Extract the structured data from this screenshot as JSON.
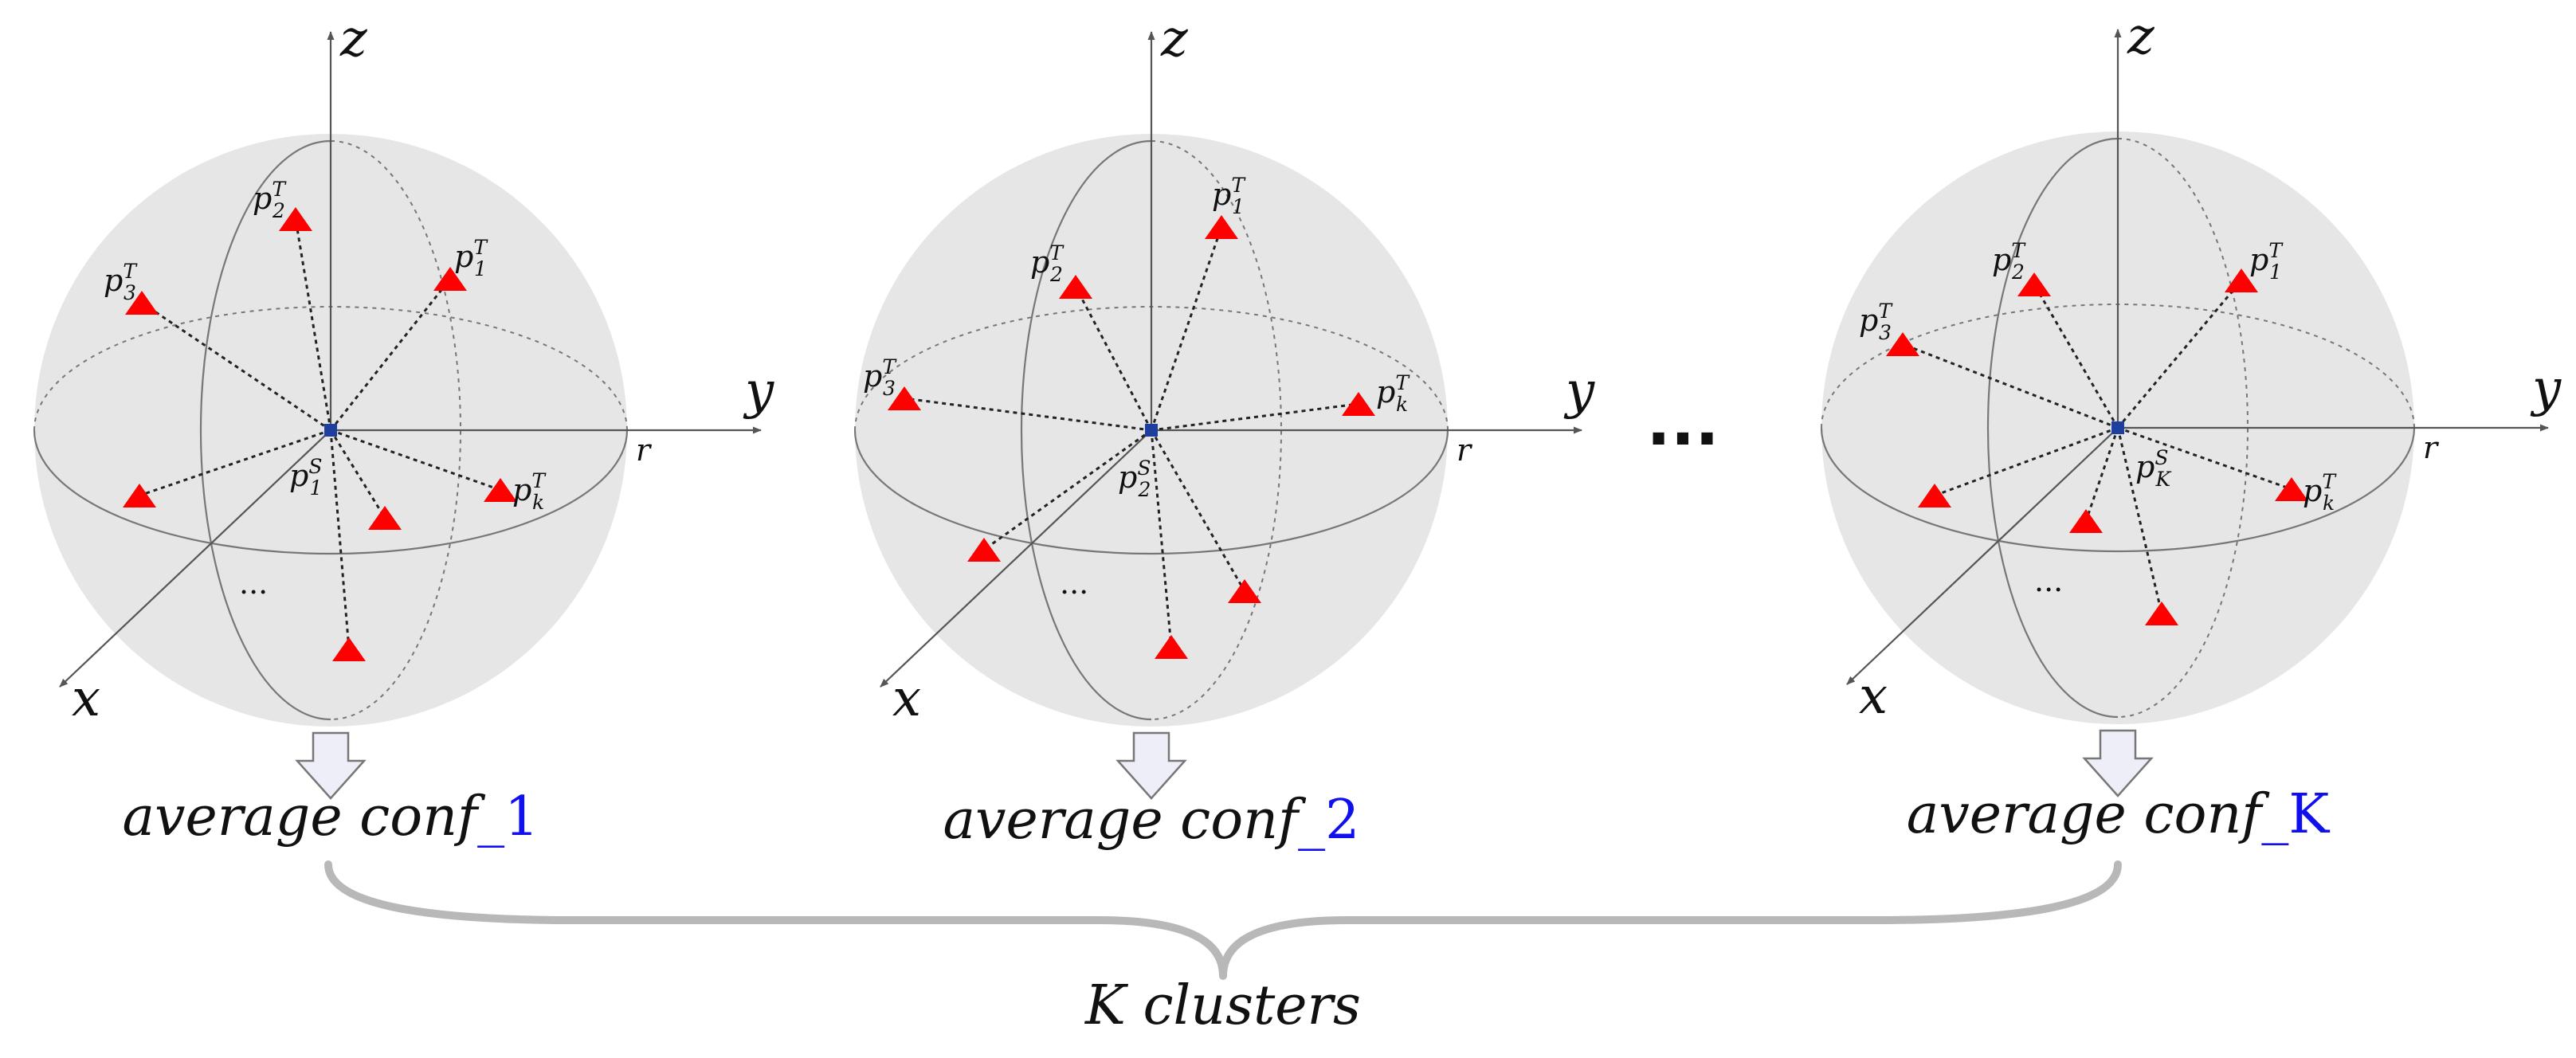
{
  "axis_labels": {
    "x": "x",
    "y": "y",
    "z": "z",
    "r": "r"
  },
  "ellipsis_between": "...",
  "colors": {
    "sphere_fill": "#e6e6e6",
    "target_point": "#ff0000",
    "source_point": "#1f3f9f",
    "config_index": "#1010ee",
    "arrow_fill": "#eeeef8",
    "brace": "#b8b8b8"
  },
  "spheres": [
    {
      "id": "sphere-1",
      "source_label": {
        "base": "p",
        "sup": "S",
        "sub": "1"
      },
      "targets": [
        {
          "base": "p",
          "sup": "T",
          "sub": "1"
        },
        {
          "base": "p",
          "sup": "T",
          "sub": "2"
        },
        {
          "base": "p",
          "sup": "T",
          "sub": "3"
        },
        {
          "base": "p",
          "sup": "T",
          "sub": "k"
        }
      ],
      "inner_ellipsis": "...",
      "conf_text": "average conf",
      "conf_index": "_1"
    },
    {
      "id": "sphere-2",
      "source_label": {
        "base": "p",
        "sup": "S",
        "sub": "2"
      },
      "targets": [
        {
          "base": "p",
          "sup": "T",
          "sub": "1"
        },
        {
          "base": "p",
          "sup": "T",
          "sub": "2"
        },
        {
          "base": "p",
          "sup": "T",
          "sub": "3"
        },
        {
          "base": "p",
          "sup": "T",
          "sub": "k"
        }
      ],
      "inner_ellipsis": "...",
      "conf_text": "average conf",
      "conf_index": "_2"
    },
    {
      "id": "sphere-K",
      "source_label": {
        "base": "p",
        "sup": "S",
        "sub": "K"
      },
      "targets": [
        {
          "base": "p",
          "sup": "T",
          "sub": "1"
        },
        {
          "base": "p",
          "sup": "T",
          "sub": "2"
        },
        {
          "base": "p",
          "sup": "T",
          "sub": "3"
        },
        {
          "base": "p",
          "sup": "T",
          "sub": "k"
        }
      ],
      "inner_ellipsis": "...",
      "conf_text": "average conf",
      "conf_index": "_K"
    }
  ],
  "cluster_label": "K clusters"
}
